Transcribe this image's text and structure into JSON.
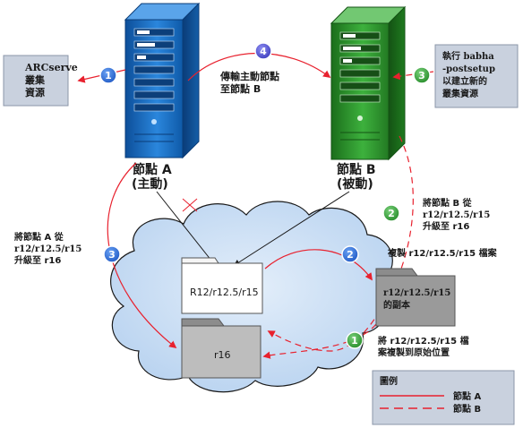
{
  "nodes": {
    "a": {
      "line1": "節點 A",
      "line2": "(主動)"
    },
    "b": {
      "line1": "節點 B",
      "line2": "(被動)"
    }
  },
  "arcserve_box": {
    "line1": "ARCserve",
    "line2": "叢集",
    "line3": "資源"
  },
  "setup_box": {
    "line1": "執行 babha",
    "line2": "-postsetup",
    "line3": "以建立新的",
    "line4": "叢集資源"
  },
  "transfer": {
    "line1": "傳輸主動節點",
    "line2": "至節點 B"
  },
  "upgrade_a": {
    "line1": "將節點 A 從",
    "line2": "r12/r12.5/r15",
    "line3": "升級至 r16"
  },
  "upgrade_b": {
    "line1": "將節點 B 從",
    "line2": "r12/r12.5/r15",
    "line3": "升級至 r16"
  },
  "copy_label": "複製 r12/r12.5/r15 檔案",
  "copy_back": {
    "line1": "將 r12/r12.5/r15 檔",
    "line2": "案複製到原始位置"
  },
  "folders": {
    "old": "R12/r12.5/r15",
    "new": "r16",
    "copy_line1": "r12/r12.5/r15",
    "copy_line2": "的副本"
  },
  "legend": {
    "title": "圖例",
    "node_a": "節點 A",
    "node_b": "節點 B"
  },
  "badges": {
    "blue1": "1",
    "blue2": "2",
    "blue3": "3",
    "green1": "1",
    "green2": "2",
    "green3": "3",
    "purple4": "4"
  },
  "colors": {
    "line_red": "#e8212e",
    "server_blue": "#1c74c8",
    "server_green": "#2e9a2e",
    "cloud": "#c8ddf3",
    "badge_blue": "#2f6fd6",
    "badge_green": "#36a53a",
    "badge_purple": "#5b5bd6"
  }
}
